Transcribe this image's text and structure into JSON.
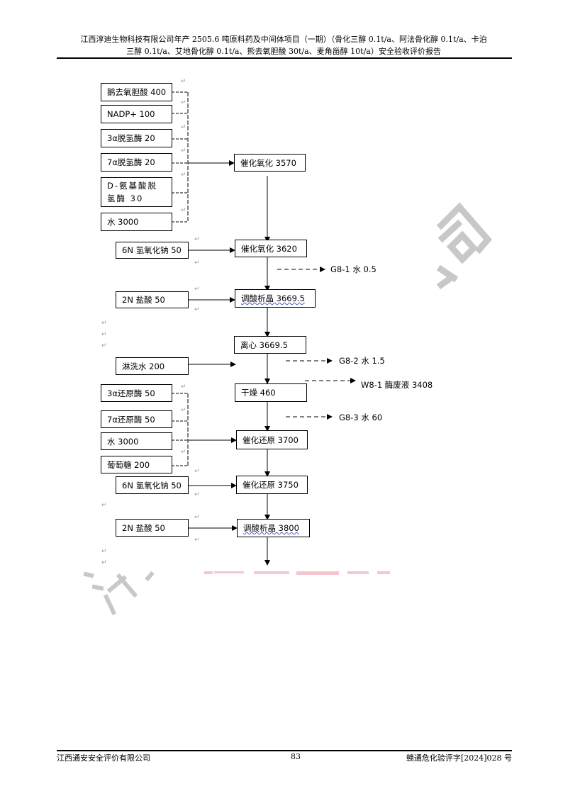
{
  "header": {
    "line1": "江西淳迪生物科技有限公司年产 2505.6 吨原料药及中间体项目（一期）（骨化三醇 0.1t/a、阿法骨化醇 0.1t/a、卡泊",
    "line2": "三醇 0.1t/a、艾地骨化醇 0.1t/a、熊去氧胆酸 30t/a、麦角甾醇 10t/a）安全验收评价报告"
  },
  "footer": {
    "company": "江西通安安全评价有限公司",
    "page_number": "83",
    "doc_number": "赣通危化验评字[2024]028 号"
  },
  "flow": {
    "inputs_group1": [
      {
        "label": "鹅去氧胆酸 400"
      },
      {
        "label": "NADP+ 100"
      },
      {
        "label": "3α脱氢酶 20"
      },
      {
        "label": "7α脱氢酶 20"
      },
      {
        "label": "D-氨基酸脱氢酶 30"
      },
      {
        "label": "水 3000"
      }
    ],
    "inputs_group2": [
      {
        "label": "3α还原酶 50"
      },
      {
        "label": "7α还原酶 50"
      },
      {
        "label": "水 3000"
      },
      {
        "label": "葡萄糖 200"
      }
    ],
    "side_inputs": [
      {
        "label": "6N 氢氧化钠 50"
      },
      {
        "label": "2N 盐酸 50"
      },
      {
        "label": "淋洗水 200"
      },
      {
        "label": "6N 氢氧化钠 50"
      },
      {
        "label": "2N 盐酸 50"
      }
    ],
    "steps": [
      {
        "label": "催化氧化 3570"
      },
      {
        "label": "催化氧化 3620"
      },
      {
        "label": "调酸析晶 3669.5"
      },
      {
        "label": "离心 3669.5"
      },
      {
        "label": "干燥 460"
      },
      {
        "label": "催化还原 3700"
      },
      {
        "label": "催化还原 3750"
      },
      {
        "label": "调酸析晶 3800"
      }
    ],
    "emissions": [
      {
        "label": "G8-1 水 0.5"
      },
      {
        "label": "G8-2 水 1.5"
      },
      {
        "label": "W8-1 酶废液 3408"
      },
      {
        "label": "G8-3 水 60"
      }
    ]
  },
  "watermark": {
    "color_gray": "#c8c8c8",
    "color_red": "#f3c6d0"
  }
}
